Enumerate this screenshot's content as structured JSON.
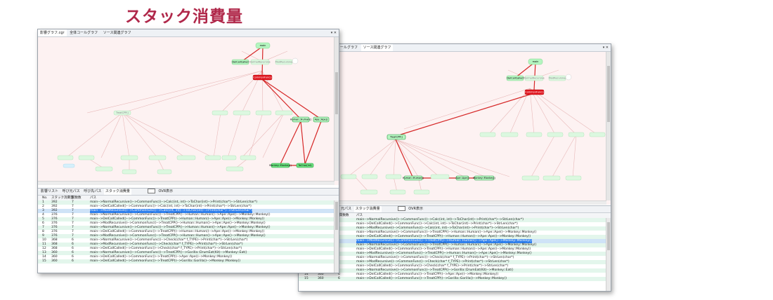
{
  "headline": "スタック消費量",
  "window1": {
    "tabs": [
      "影響グラフ.cgr",
      "全体コールグラフ",
      "ソース関連グラフ"
    ],
    "controls": "▾ ✕",
    "subtabs": [
      "影響リスト",
      "呼び元パス",
      "呼び先パス",
      "スタック消費量"
    ],
    "checkbox_label": "OVR表示",
    "columns": [
      "No.",
      "スタック消費量",
      "関数数",
      "パス"
    ],
    "rows": [
      [
        "1",
        "392",
        "7",
        "main-->NormalRecursive()-->CommonFunc()-->Calc(int, int)-->ToChar(int)-->Print(char*)-->StrLen(char*)"
      ],
      [
        "2",
        "392",
        "7",
        "main-->DelCallCalled()-->CommonFunc()-->Calc(int, int)-->ToChar(int)-->Print(char*)-->StrLen(char*)"
      ],
      [
        "3",
        "392",
        "7",
        "main-->ModRecursive()-->CommonFunc()-->Calc(int, int)-->ToChar(int)-->Print(char*)-->StrLen(char*)"
      ],
      [
        "4",
        "376",
        "7",
        "main-->NormalRecursive()-->CommonFunc()-->TreatCPP()-->Human::Human()-->Ape::Ape()-->Monkey::Monkey()"
      ],
      [
        "5",
        "376",
        "7",
        "main-->DelCallCalled()-->CommonFunc()-->TreatCPP()-->Human::Human()-->Ape::Ape()-->Monkey::Monkey()"
      ],
      [
        "6",
        "376",
        "7",
        "main-->ModRecursive()-->CommonFunc()-->TreatCPP()-->Human::Human()-->Ape::Ape()-->Monkey::Monkey()"
      ],
      [
        "7",
        "376",
        "7",
        "main-->NormalRecursive()-->CommonFunc()-->TreatCPP()-->Human::Human()-->Ape::Ape()-->Monkey::Monkey()"
      ],
      [
        "8",
        "376",
        "7",
        "main-->DelCallCalled()-->CommonFunc()-->TreatCPP()-->Human::Human()-->Ape::Ape()-->Monkey::Monkey()"
      ],
      [
        "9",
        "376",
        "7",
        "main-->ModRecursive()-->CommonFunc()-->TreatCPP()-->Human::Human()-->Ape::Ape()-->Monkey::Monkey()"
      ],
      [
        "10",
        "368",
        "6",
        "main-->NormalRecursive()-->CommonFunc()-->Check(char* f_TYPE)-->Print(char*)-->StrLen(char*)"
      ],
      [
        "11",
        "368",
        "6",
        "main-->ModRecursive()-->CommonFunc()-->Check(char* f_TYPE)-->Print(char*)-->StrLen(char*)"
      ],
      [
        "12",
        "368",
        "6",
        "main-->DelCallCalled()-->CommonFunc()-->Check(char* f_TYPE)-->Print(char*)-->StrLen(char*)"
      ],
      [
        "13",
        "360",
        "6",
        "main-->NormalRecursive()-->CommonFunc()-->TreatCPP()-->Gorilla::DrumEat(Kit)-->Monkey::Eat()"
      ],
      [
        "14",
        "360",
        "6",
        "main-->DelCallCalled()-->CommonFunc()-->TreatCPP()-->Ape::Ape()-->Monkey::Monkey()"
      ],
      [
        "15",
        "360",
        "6",
        "main-->DelCallCalled()-->CommonFunc()-->TreatCPP()-->Gorilla::Gorilla()-->Monkey::Monkey()"
      ]
    ],
    "selected_row": 2,
    "graph_labels": {
      "root": "main",
      "n1": "DelCallCalled",
      "n2": "NormalRecursive",
      "n3": "ModRecursive",
      "hot": "CommonFunc()",
      "mid": "TreatCPP()",
      "r1": "Human::Human()",
      "r2": "Ape::Ape()",
      "b1": "Monkey::Monkey()",
      "b2": "ToChar(int)"
    }
  },
  "window2": {
    "tabs": [
      "ールグラフ",
      "ソース関連グラフ"
    ],
    "controls": "▾ ✕",
    "subtabs": [
      "元パス",
      "スタック消費量"
    ],
    "checkbox_label": "OVR表示",
    "columns": [
      "関数数",
      "パス"
    ],
    "rows": [
      [
        "",
        "",
        "",
        "main-->NormalRecursive()-->CommonFunc()-->Calc(int, int)-->ToChar(int)-->Print(char*)-->StrLen(char*)"
      ],
      [
        "",
        "",
        "",
        "main-->DelCallCalled()-->CommonFunc()-->Calc(int, int)-->ToChar(int)-->Print(char*)-->StrLen(char*)"
      ],
      [
        "",
        "",
        "",
        "main-->ModRecursive()-->CommonFunc()-->Calc(int, int)-->ToChar(int)-->Print(char*)-->StrLen(char*)"
      ],
      [
        "",
        "",
        "",
        "main-->NormalRecursive()-->CommonFunc()-->TreatCPP()-->Human::Human()-->Ape::Ape()-->Monkey::Monkey()"
      ],
      [
        "",
        "",
        "",
        "main-->DelCallCalled()-->CommonFunc()-->TreatCPP()-->Human::Human()-->Ape::Ape()-->Monkey::Monkey()"
      ],
      [
        "",
        "",
        "",
        "main-->ModRecursive()-->CommonFunc()-->TreatCPP()-->Human::Human()-->Ape::Ape()-->Monkey::Monkey()"
      ],
      [
        "",
        "",
        "",
        "main-->NormalRecursive()-->CommonFunc()-->TreatCPP()-->Human::Human()-->Ape::Ape()-->Monkey::Monkey()"
      ],
      [
        "",
        "",
        "",
        "main-->DelCallCalled()-->CommonFunc()-->TreatCPP()-->Human::Human()-->Ape::Ape()-->Monkey::Monkey()"
      ],
      [
        "",
        "",
        "",
        "main-->ModRecursive()-->CommonFunc()-->TreatCPP()-->Human::Human()-->Ape::Ape()-->Monkey::Monkey()"
      ],
      [
        "",
        "",
        "",
        "main-->NormalRecursive()-->CommonFunc()-->Check(char* f_TYPE)-->Print(char*)-->StrLen(char*)"
      ],
      [
        "",
        "",
        "",
        "main-->ModRecursive()-->CommonFunc()-->Check(char* f_TYPE)-->Print(char*)-->StrLen(char*)"
      ],
      [
        "",
        "",
        "",
        "main-->DelCallCalled()-->CommonFunc()-->Check(char* f_TYPE)-->Print(char*)-->StrLen(char*)"
      ],
      [
        "",
        "",
        "",
        "main-->NormalRecursive()-->CommonFunc()-->TreatCPP()-->Gorilla::DrumEat(Kit)-->Monkey::Eat()"
      ],
      [
        "14",
        "360",
        "6",
        "main-->DelCallCalled()-->CommonFunc()-->TreatCPP()-->Ape::Ape()-->Monkey::Monkey()"
      ],
      [
        "15",
        "360",
        "6",
        "main-->DelCallCalled()-->CommonFunc()-->TreatCPP()-->Gorilla::Gorilla()-->Monkey::Monkey()"
      ]
    ],
    "selected_row": 5,
    "graph_labels": {
      "root": "main",
      "n1": "DelCallCalled",
      "n2": "NormalRecursive",
      "n3": "ModRecursive",
      "hot": "CommonFunc()",
      "mid": "TreatCPP()",
      "r1": "Human::Human()",
      "r2": "Ape::Ape()",
      "r3": "Monkey::Monkey()"
    }
  },
  "colors": {
    "headline": "#b0284a",
    "hot_node": "#e0141e",
    "path_edge": "#d62828",
    "normal_node": "#b5f5c0",
    "selection": "#2f80ed"
  }
}
